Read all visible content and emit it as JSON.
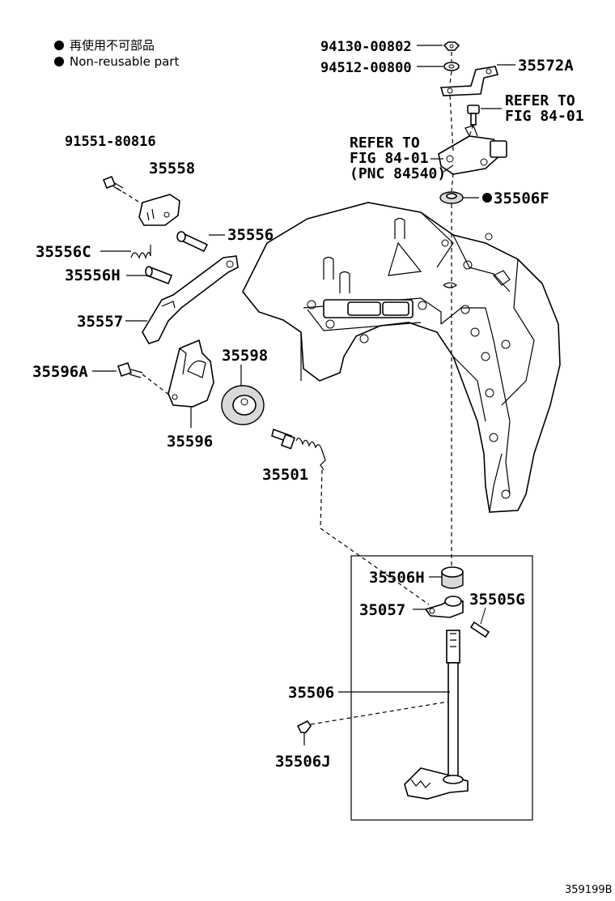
{
  "legend": {
    "bullet_color": "#000000",
    "items": [
      "再使用不可部品",
      "Non-reusable part"
    ]
  },
  "parts": {
    "p94130": "94130-00802",
    "p94512": "94512-00800",
    "p35572A": "35572A",
    "p91551": "91551-80816",
    "p35558": "35558",
    "p35556": "35556",
    "p35556C": "35556C",
    "p35556H": "35556H",
    "p35557": "35557",
    "p35596A": "35596A",
    "p35598": "35598",
    "p35596": "35596",
    "p35501": "35501",
    "p35506F": "35506F",
    "p35506H": "35506H",
    "p35057": "35057",
    "p35505G": "35505G",
    "p35506": "35506",
    "p35506J": "35506J"
  },
  "refs": {
    "ref1_line1": "REFER TO",
    "ref1_line2": "FIG 84-01",
    "ref2_line1": "REFER TO",
    "ref2_line2": "FIG 84-01",
    "ref2_line3": "(PNC 84540)"
  },
  "figure_id": "359199B"
}
